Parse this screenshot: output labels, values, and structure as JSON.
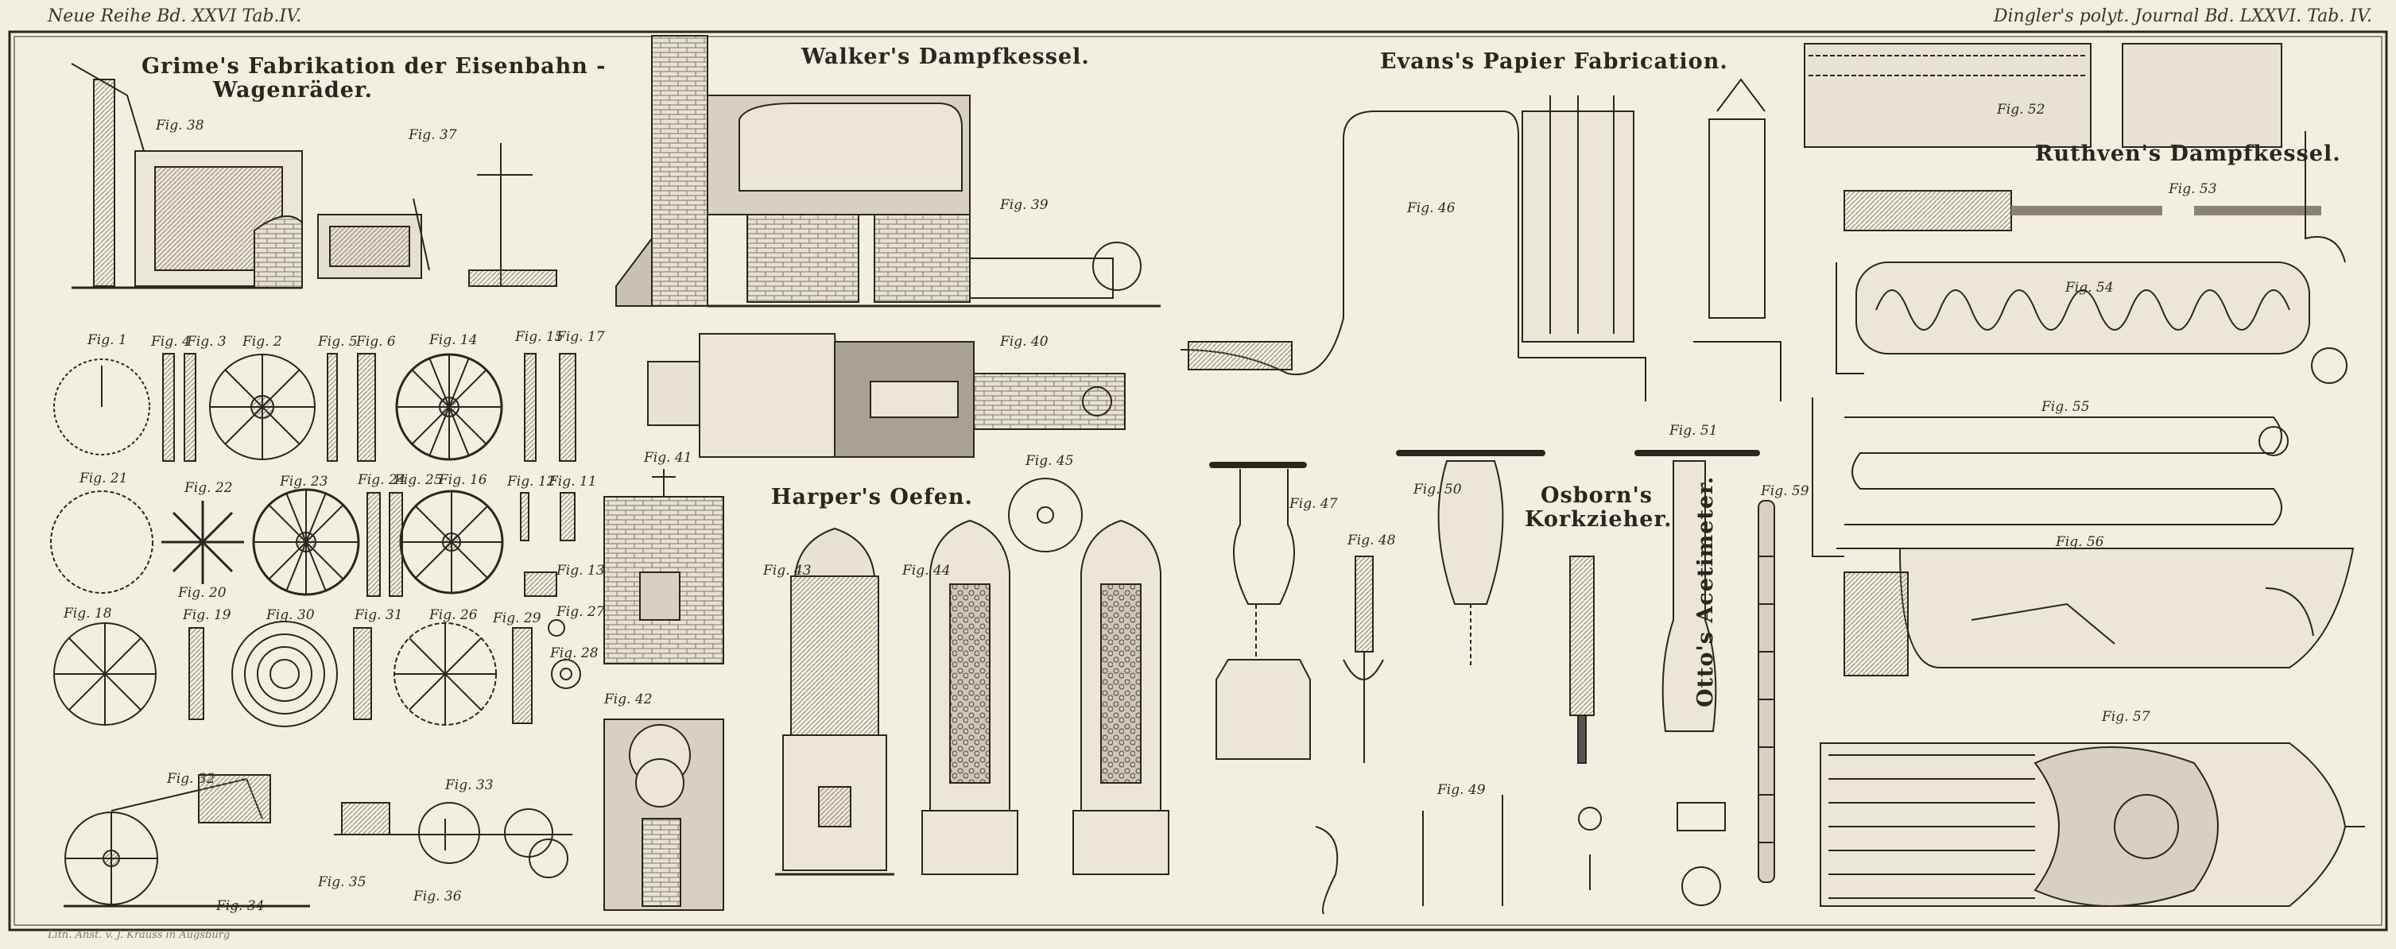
{
  "header": {
    "left": "Neue Reihe Bd. XXVI Tab.IV.",
    "right": "Dingler's polyt. Journal Bd. LXXVI. Tab. IV."
  },
  "titles": {
    "grime_1": "Grime's Fabrikation der Eisenbahn -",
    "grime_2": "Wagenräder.",
    "walker": "Walker's Dampfkessel.",
    "evans": "Evans's Papier Fabrication.",
    "ruthven": "Ruthven's Dampfkessel.",
    "harper": "Harper's Oefen.",
    "osborn_1": "Osborn's",
    "osborn_2": "Korkzieher.",
    "otto": "Otto's Acetimeter."
  },
  "figs": {
    "f1": "Fig. 1",
    "f2": "Fig. 2",
    "f3": "Fig. 3",
    "f4": "Fig. 4",
    "f5": "Fig. 5",
    "f6": "Fig. 6",
    "f11": "Fig. 11",
    "f12": "Fig. 12",
    "f13": "Fig. 13",
    "f14": "Fig. 14",
    "f15": "Fig. 15",
    "f16": "Fig. 16",
    "f17": "Fig. 17",
    "f18": "Fig. 18",
    "f19": "Fig. 19",
    "f20": "Fig. 20",
    "f21": "Fig. 21",
    "f22": "Fig. 22",
    "f23": "Fig. 23",
    "f24": "Fig. 24",
    "f25": "Fig. 25",
    "f26": "Fig. 26",
    "f27": "Fig. 27",
    "f28": "Fig. 28",
    "f29": "Fig. 29",
    "f30": "Fig. 30",
    "f31": "Fig. 31",
    "f32": "Fig. 32",
    "f33": "Fig. 33",
    "f34": "Fig. 34",
    "f35": "Fig. 35",
    "f36": "Fig. 36",
    "f37": "Fig. 37",
    "f38": "Fig. 38",
    "f39": "Fig. 39",
    "f40": "Fig. 40",
    "f41": "Fig. 41",
    "f42": "Fig. 42",
    "f43": "Fig. 43",
    "f44": "Fig. 44",
    "f45": "Fig. 45",
    "f46": "Fig. 46",
    "f47": "Fig. 47",
    "f48": "Fig. 48",
    "f49": "Fig. 49",
    "f50": "Fig. 50",
    "f51": "Fig. 51",
    "f52": "Fig. 52",
    "f53": "Fig. 53",
    "f54": "Fig. 54",
    "f55": "Fig. 55",
    "f56": "Fig. 56",
    "f57": "Fig. 57",
    "f59": "Fig. 59"
  },
  "footer": "Lith. Anst. v. J. Krauss in Augsburg",
  "colors": {
    "paper": "#f3efe0",
    "ink": "#2a2620",
    "wash": "#b9b2a3"
  }
}
